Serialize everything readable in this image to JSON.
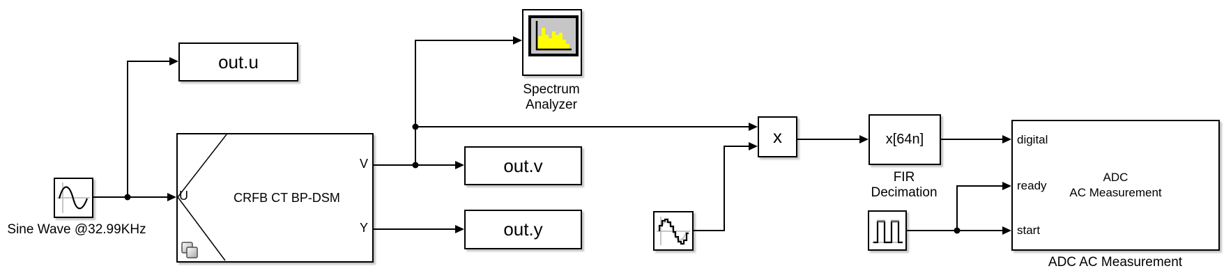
{
  "blocks": {
    "sine_wave": {
      "label": "Sine Wave @32.99KHz"
    },
    "out_u": {
      "name": "out.u"
    },
    "crfb": {
      "name": "CRFB CT BP-DSM",
      "ports": {
        "u": "U",
        "v": "V",
        "y": "Y"
      }
    },
    "spectrum_analyzer": {
      "label": [
        "Spectrum",
        "Analyzer"
      ]
    },
    "out_v": {
      "name": "out.v"
    },
    "out_y": {
      "name": "out.y"
    },
    "product": {
      "name": "x"
    },
    "fir_decimation": {
      "name": "x[64n]",
      "label": [
        "FIR",
        "Decimation"
      ]
    },
    "adc": {
      "ports": [
        "digital",
        "ready",
        "start"
      ],
      "name": [
        "ADC",
        "AC Measurement"
      ],
      "label": "ADC AC Measurement"
    }
  },
  "icons": {
    "sine_wave_icon": "sine-wave",
    "sampled_sine_icon": "staircase-sine",
    "pulse_icon": "pulse-train",
    "spectrum_icon": "yellow-spectrum-bars",
    "subsystem_badge_icon": "overlapping-squares"
  },
  "colors": {
    "background": "#ffffff",
    "line": "#000000",
    "block_border": "#000000",
    "screen_gray": "#c6c6c6",
    "spectrum_yellow": "#ffff00",
    "icon_axis_gray": "#b3b3b3"
  }
}
